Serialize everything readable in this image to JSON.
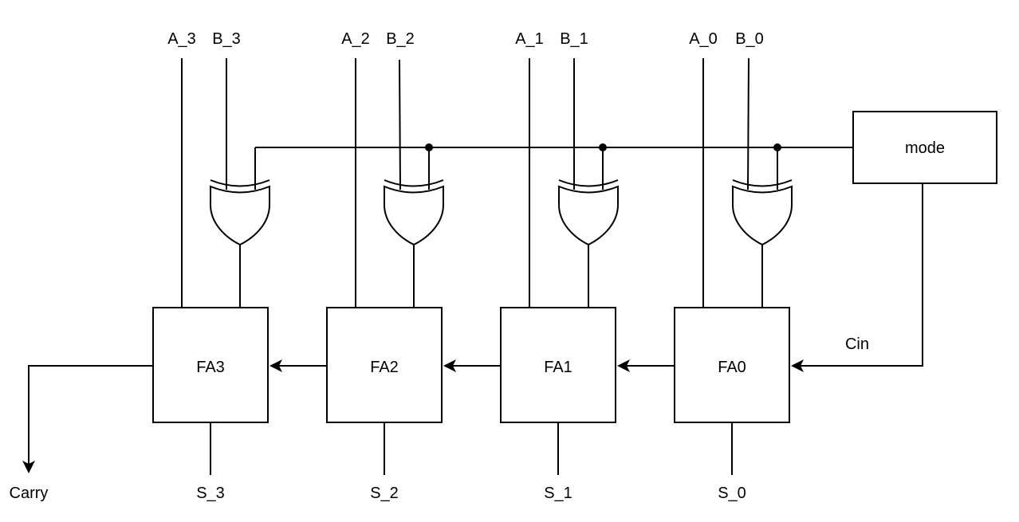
{
  "signals": {
    "inputs": [
      {
        "a": "A_3",
        "b": "B_3"
      },
      {
        "a": "A_2",
        "b": "B_2"
      },
      {
        "a": "A_1",
        "b": "B_1"
      },
      {
        "a": "A_0",
        "b": "B_0"
      }
    ],
    "outputs": [
      "S_3",
      "S_2",
      "S_1",
      "S_0"
    ],
    "carry_out": "Carry",
    "carry_in": "Cin"
  },
  "blocks": {
    "adders": [
      "FA3",
      "FA2",
      "FA1",
      "FA0"
    ],
    "mode": "mode"
  },
  "colors": {
    "stroke": "#000000",
    "background": "#ffffff"
  }
}
